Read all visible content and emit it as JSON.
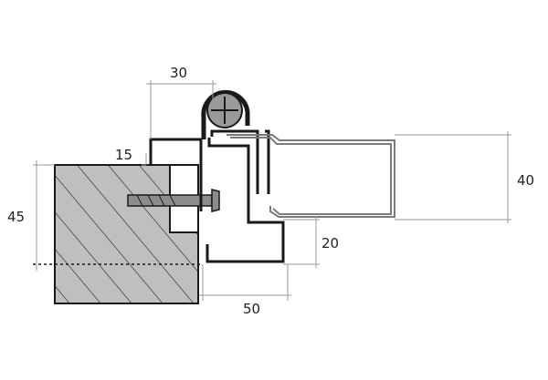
{
  "dimensions": {
    "top_width": "30",
    "small_offset": "15",
    "left_height": "45",
    "right_height": "40",
    "gap_height": "20",
    "bottom_width": "50"
  },
  "colors": {
    "outline": "#1a1a1a",
    "dimension_line": "#999999",
    "wood_fill": "#bfbfbf",
    "wood_hatch": "#2a2a2a",
    "screw_fill": "#8c8c8c",
    "hinge_fill": "#9a9a9a",
    "door_profile": "#7a7a7a",
    "background": "#ffffff"
  }
}
